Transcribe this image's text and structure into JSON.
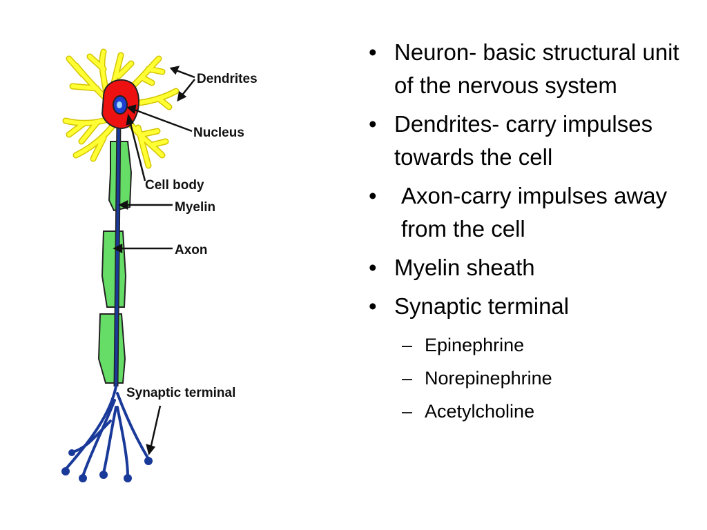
{
  "diagram": {
    "labels": {
      "dendrites": "Dendrites",
      "nucleus": "Nucleus",
      "cell_body": "Cell body",
      "myelin": "Myelin",
      "axon": "Axon",
      "synaptic_terminal": "Synaptic terminal"
    },
    "colors": {
      "dendrite": "#ffff33",
      "cell_body": "#ee1111",
      "nucleus": "#1e3fcf",
      "axon": "#1a3a9a",
      "myelin": "#66dd66",
      "outline": "#222222"
    }
  },
  "bullets": [
    {
      "text": "Neuron- basic structural unit of the nervous system"
    },
    {
      "text": "Dendrites- carry impulses towards the cell"
    },
    {
      "text": "Axon-carry impulses away from the cell"
    },
    {
      "text": "Myelin sheath"
    },
    {
      "text": "Synaptic terminal"
    }
  ],
  "sub_bullets": [
    {
      "text": "Epinephrine"
    },
    {
      "text": "Norepinephrine"
    },
    {
      "text": "Acetylcholine"
    }
  ]
}
